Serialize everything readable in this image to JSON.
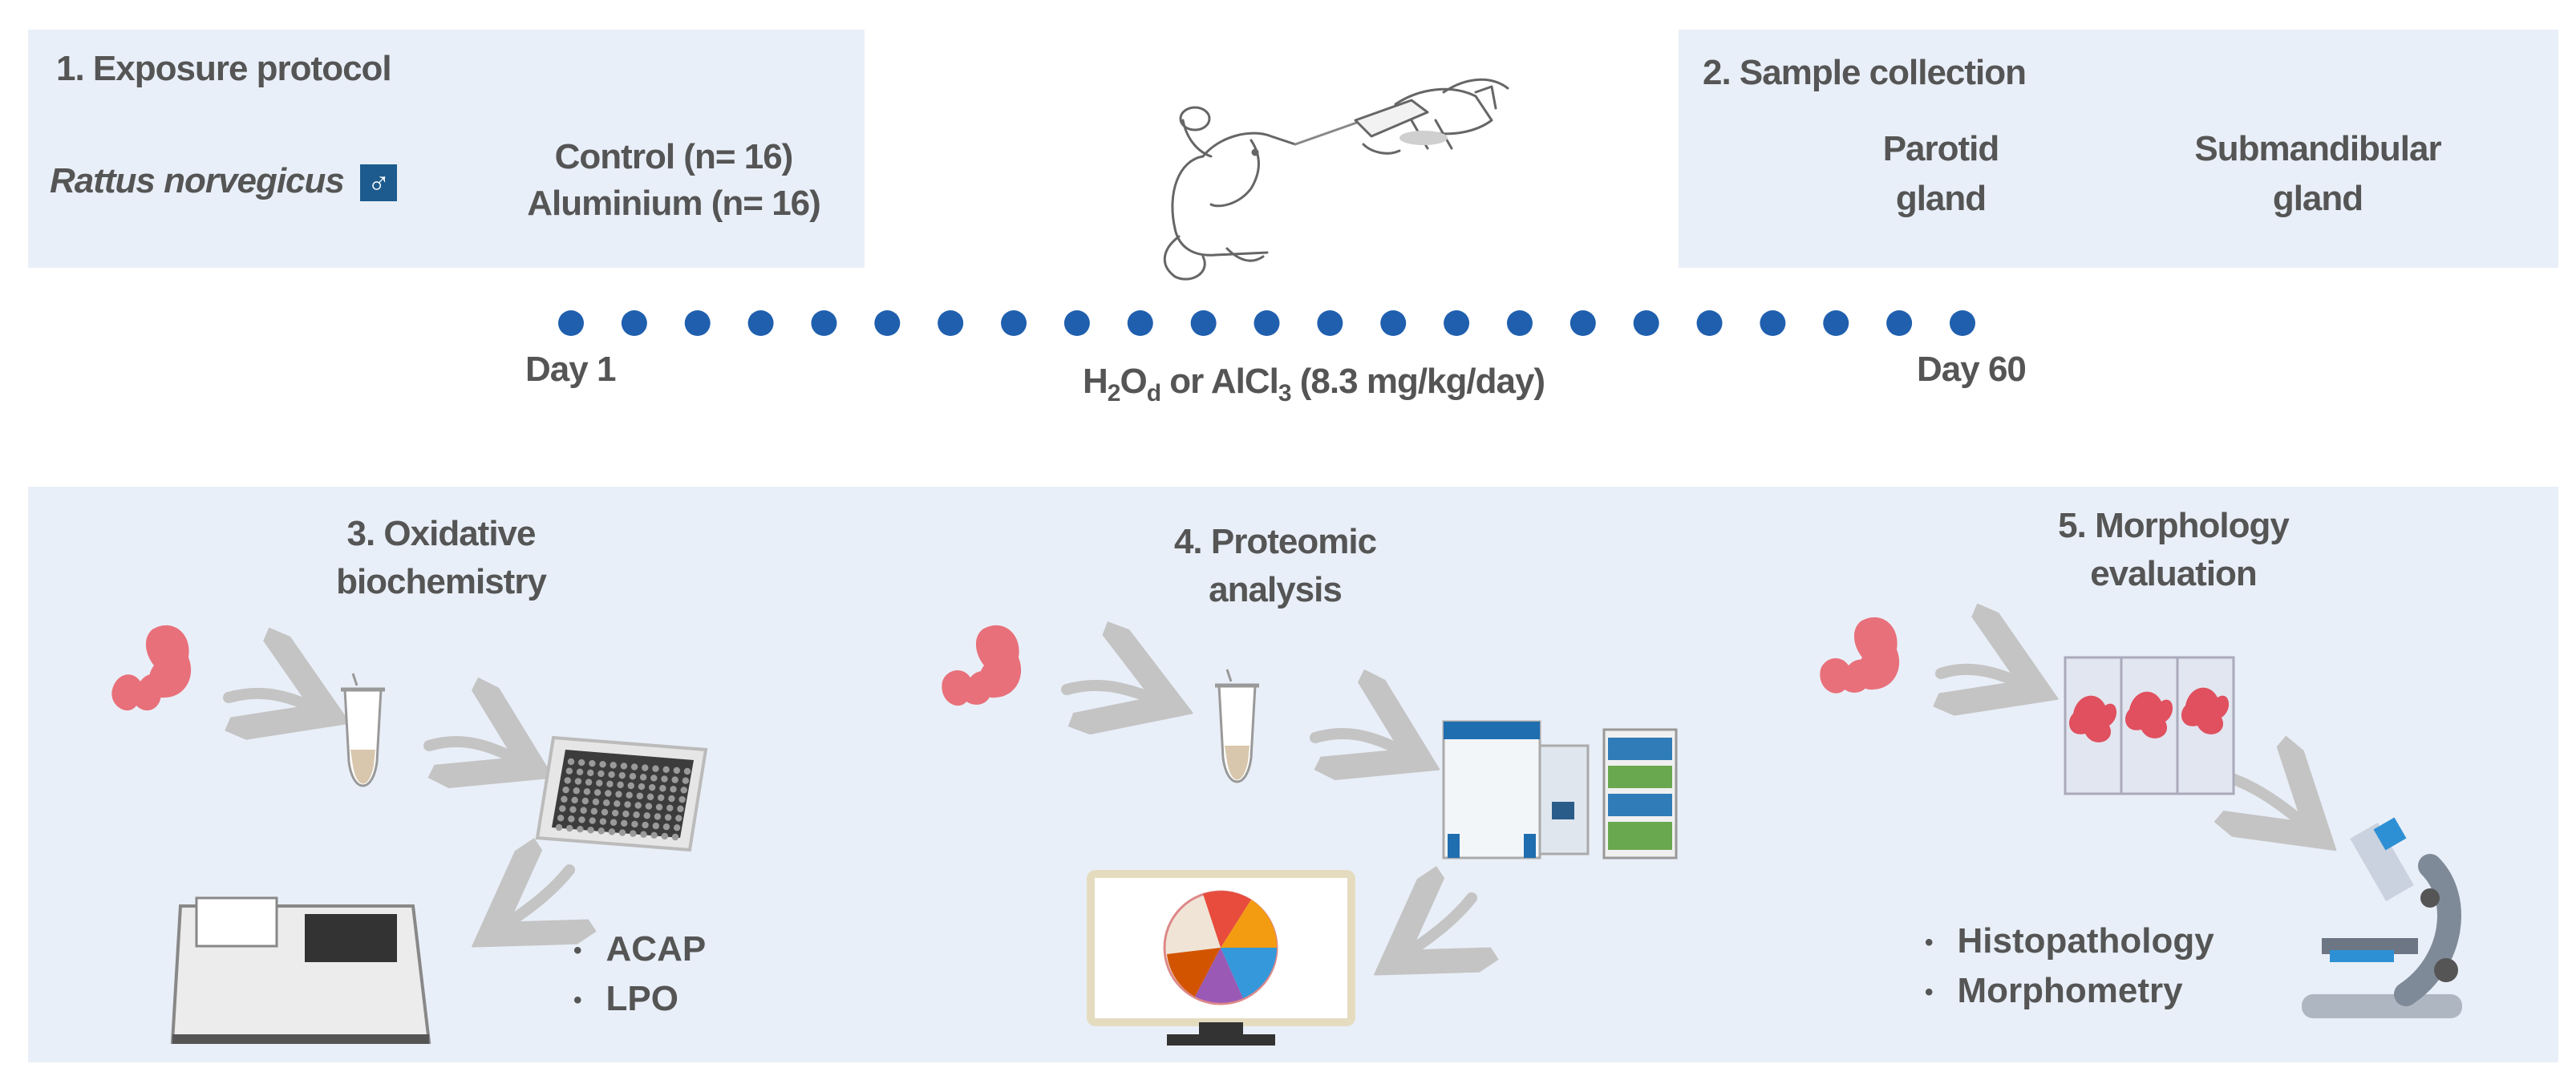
{
  "exposure": {
    "title": "1.  Exposure protocol",
    "species": "Rattus norvegicus",
    "sex_symbol": "♂",
    "control": "Control (n= 16)",
    "aluminium": "Aluminium  (n= 16)"
  },
  "collection": {
    "title": "2. Sample collection",
    "gland1": [
      "Parotid",
      "gland"
    ],
    "gland2": [
      "Submandibular",
      "gland"
    ]
  },
  "timeline": {
    "start": "Day 1",
    "end": "Day 60",
    "treatment_prefix": "H",
    "treatment_sub1": "2",
    "treatment_mid": "O",
    "treatment_sub2": "d",
    "treatment_or": " or AlCl",
    "treatment_sub3": "3",
    "treatment_dose": " (8.3 mg/kg/day)",
    "dot_count": 23,
    "dot_color": "#1f5fae"
  },
  "oxidative": {
    "title": [
      "3. Oxidative",
      "biochemistry"
    ],
    "assays": [
      "ACAP",
      "LPO"
    ]
  },
  "proteomic": {
    "title": [
      "4. Proteomic",
      "analysis"
    ]
  },
  "morphology": {
    "title": [
      "5. Morphology",
      "evaluation"
    ],
    "methods": [
      "Histopathology",
      "Morphometry"
    ]
  },
  "colors": {
    "panel": "#e9eff8",
    "tissue": "#e8707a",
    "text": "#555555",
    "arrow": "#c4c4c4"
  }
}
